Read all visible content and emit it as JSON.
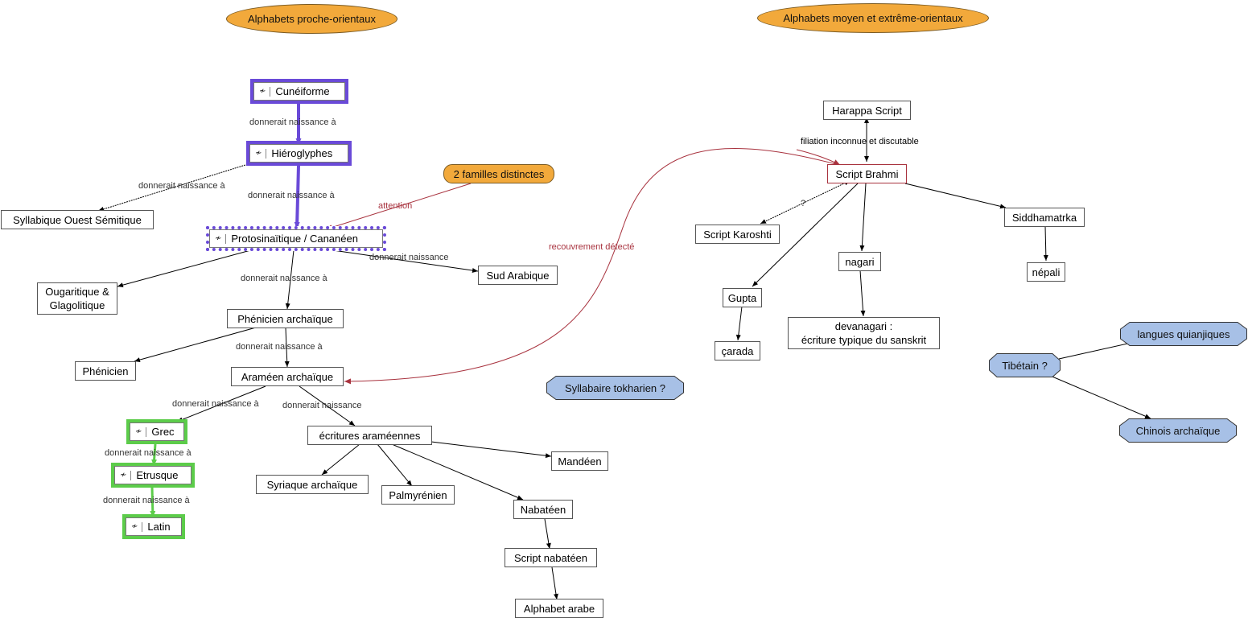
{
  "groups": {
    "near_east": "Alphabets proche-orientaux",
    "far_east": "Alphabets moyen et extrême-orientaux",
    "two_families": "2 familles distinctes"
  },
  "nodes": {
    "cuneiform": "Cunéiforme",
    "hieroglyphs": "Hiéroglyphes",
    "west_semitic": "Syllabique Ouest Sémitique",
    "protosinaitic": "Protosinaïtique / Cananéen",
    "ugaritic": "Ougaritique & Glagolitique",
    "south_arabic": "Sud Arabique",
    "archaic_phoenician": "Phénicien archaïque",
    "phoenician": "Phénicien",
    "archaic_aramaic": "Araméen archaïque",
    "greek": "Grec",
    "etruscan": "Etrusque",
    "latin": "Latin",
    "aramaic_scripts": "écritures araméennes",
    "mandaean": "Mandéen",
    "archaic_syriac": "Syriaque archaïque",
    "palmyrene": "Palmyrénien",
    "nabataean": "Nabatéen",
    "nabataean_script": "Script nabatéen",
    "arabic": "Alphabet arabe",
    "tocharian": "Syllabaire tokharien ?",
    "harappa": "Harappa Script",
    "brahmi": "Script Brahmi",
    "kharoshti": "Script Karoshti",
    "siddhamatrka": "Siddhamatrka",
    "nagari": "nagari",
    "nepali": "népali",
    "gupta": "Gupta",
    "sharada": "çarada",
    "devanagari_line1": "devanagari :",
    "devanagari_line2": "écriture typique du sanskrit",
    "quianjiques": "langues quianjiques",
    "tibetan": "Tibétain ?",
    "archaic_chinese": "Chinois archaïque"
  },
  "links": {
    "gives_birth_to": "donnerait naissance à",
    "gives_birth": "donnerait naissance",
    "attention": "attention",
    "overlap": "recouvrement détecté",
    "unknown_filiation": "filiation inconnue et discutable",
    "question": "?"
  },
  "colors": {
    "orange": "#f2a93b",
    "blue_node": "#a7c0e6",
    "purple_border": "#6a4ad8",
    "green_border": "#5ccc4a",
    "red_link": "#a8323e"
  },
  "icons": {
    "chart": "chart-icon"
  }
}
